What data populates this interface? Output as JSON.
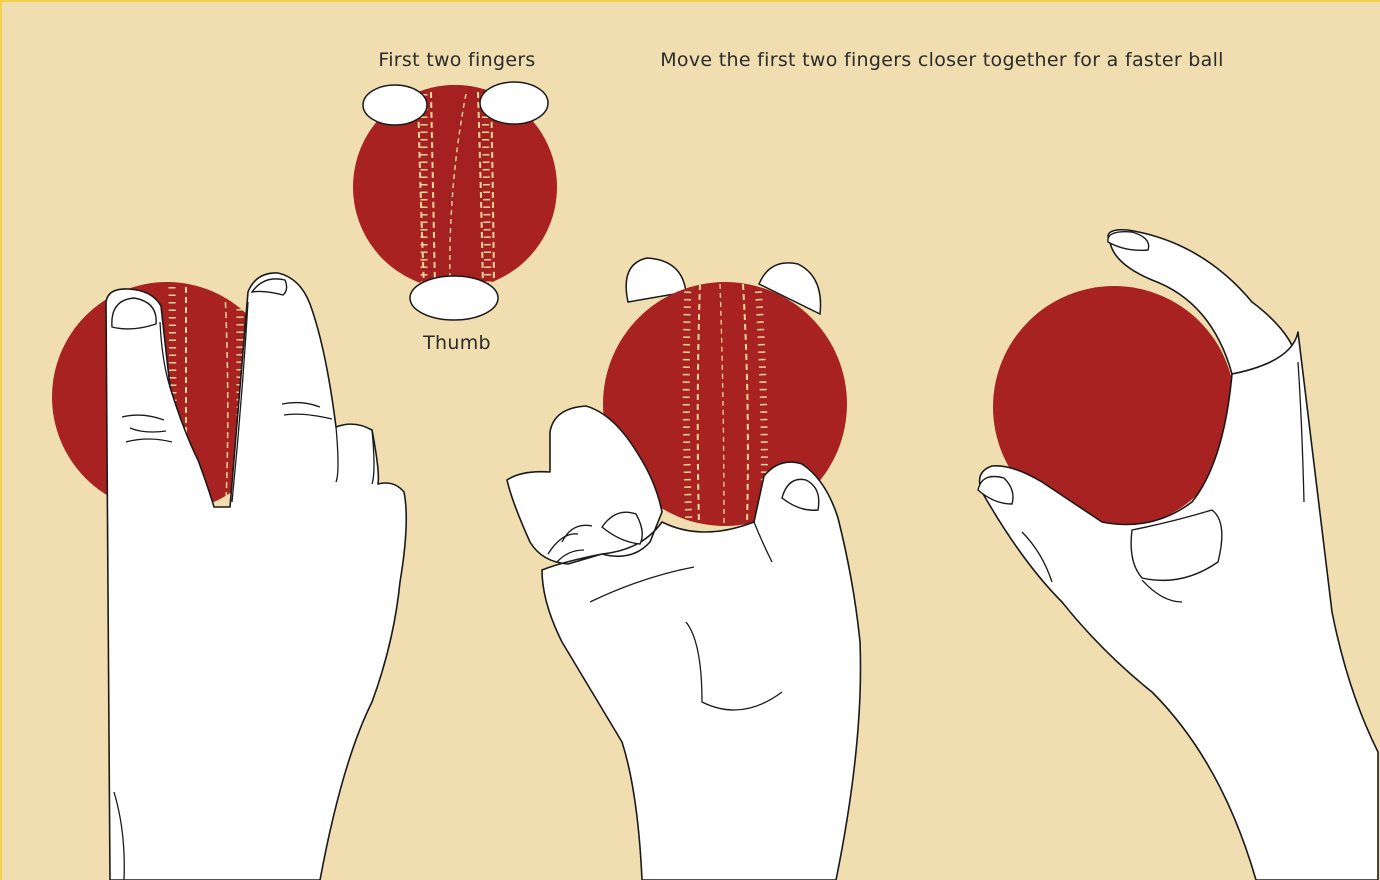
{
  "colors": {
    "background": "#f0deb0",
    "ball": "#a82222",
    "seam_stitch": "#f2d79a",
    "skin": "#ffffff",
    "outline": "#1a1a1a"
  },
  "labels": {
    "first_two_fingers": "First two fingers",
    "thumb": "Thumb",
    "note": "Move the first two fingers closer together for a faster ball"
  },
  "figures": [
    {
      "name": "hand-front-view",
      "ball_seam": "visible"
    },
    {
      "name": "ball-top-view-finger-placement",
      "ball_seam": "visible"
    },
    {
      "name": "hand-side-view",
      "ball_seam": "visible"
    },
    {
      "name": "hand-thumb-view",
      "ball_seam": "hidden"
    }
  ]
}
